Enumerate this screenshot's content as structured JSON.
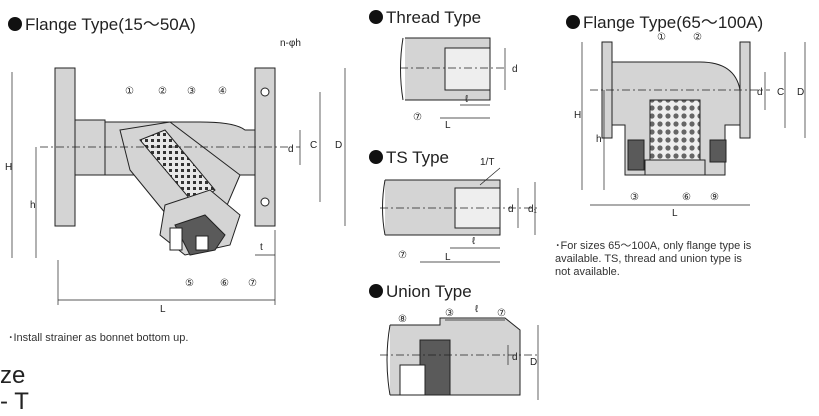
{
  "titles": {
    "flange_small": "Flange Type(15～50A)",
    "thread": "Thread Type",
    "ts": "TS Type",
    "union": "Union Type",
    "flange_large": "Flange Type(65～100A)"
  },
  "notes": {
    "install": "･Install strainer as bonnet bottom up.",
    "sizes_line1": "･For sizes 65～100A, only flange type is",
    "sizes_line2": "available. TS, thread and union type is",
    "sizes_line3": "not available."
  },
  "fragments": {
    "line1": "ze",
    "line2": "- T"
  },
  "dims": {
    "H": "H",
    "h": "h",
    "L": "L",
    "C": "C",
    "D": "D",
    "d": "d",
    "t": "t",
    "d1": "d₁",
    "ell": "ℓ",
    "nphi": "n-φh",
    "taper": "1/T"
  },
  "callouts": {
    "c1": "①",
    "c2": "②",
    "c3": "③",
    "c4": "④",
    "c5": "⑤",
    "c6": "⑥",
    "c7": "⑦",
    "c8": "⑧",
    "c9": "⑨"
  },
  "colors": {
    "body_fill": "#d4d4d4",
    "dark_fill": "#5a5a5a",
    "line": "#222222"
  }
}
